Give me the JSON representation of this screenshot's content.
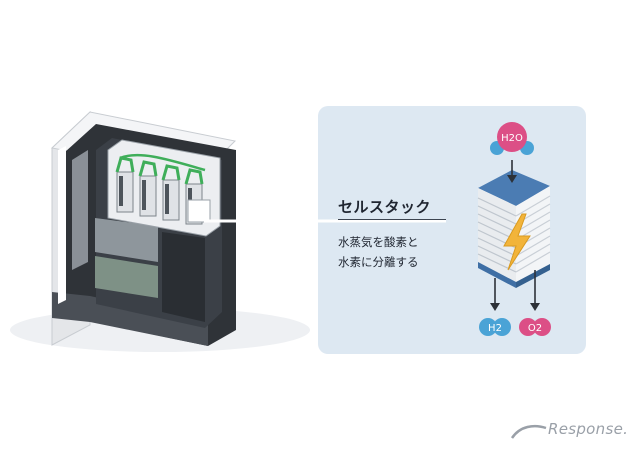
{
  "callout": {
    "title": "セルスタック",
    "description": [
      "水蒸気を酸素と",
      "水素に分離する"
    ]
  },
  "molecules": {
    "input": "H2O",
    "output_hydrogen": "H2",
    "output_oxygen": "O2"
  },
  "watermark": {
    "logo_text": "Response."
  },
  "colors": {
    "panel": "#dde8f2",
    "hydrogen": "#4aa3d6",
    "oxygen": "#dc4f86",
    "stack_blue": "#3f6fa5",
    "lightning": "#f2b43a",
    "circuit_green": "#3fae5a"
  }
}
